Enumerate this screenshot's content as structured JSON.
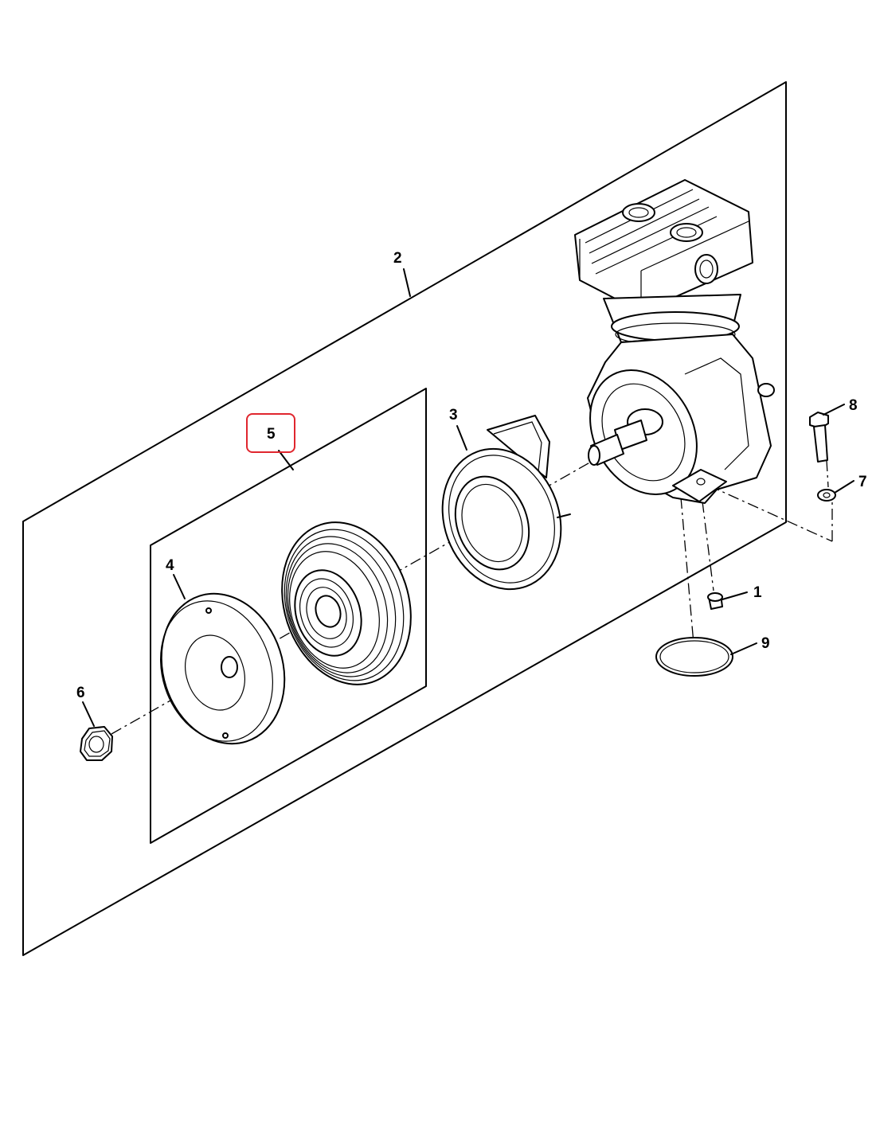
{
  "callouts": {
    "c1": "1",
    "c2": "2",
    "c3": "3",
    "c4": "4",
    "c5": "5",
    "c6": "6",
    "c7": "7",
    "c8": "8",
    "c9": "9"
  },
  "highlight": {
    "selected_callout": "5",
    "color": "#e0262e"
  }
}
